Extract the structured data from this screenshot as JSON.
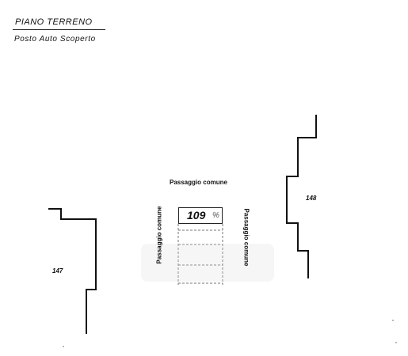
{
  "header": {
    "title": "PIANO TERRENO",
    "subtitle": "Posto Auto Scoperto"
  },
  "labels": {
    "passage_top": "Passaggio comune",
    "passage_left": "Passaggio comune",
    "passage_right": "Passaggio comune",
    "lot_left": "147",
    "lot_right": "148"
  },
  "parking_space": {
    "number": "109",
    "suffix": "%"
  },
  "colors": {
    "ink": "#111111",
    "dash": "#777777",
    "background": "#ffffff"
  }
}
